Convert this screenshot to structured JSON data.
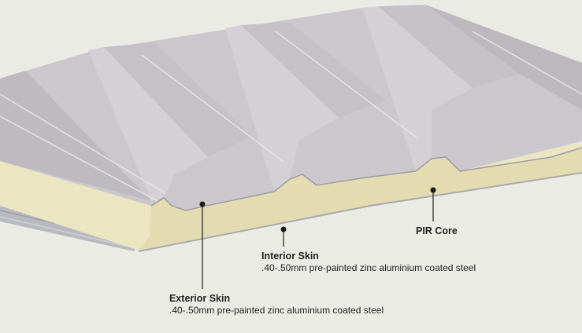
{
  "labels": {
    "pir_core": {
      "title": "PIR Core"
    },
    "interior_skin": {
      "title": "Interior Skin",
      "desc": ".40-.50mm pre-painted zinc aluminium coated steel"
    },
    "exterior_skin": {
      "title": "Exterior Skin",
      "desc": ".40-.50mm pre-painted zinc aluminium coated steel"
    }
  },
  "colors": {
    "background": "#ebebe6",
    "roof_flat": "#c9c7cc",
    "roof_rib_top": "#d4d2d6",
    "roof_rib_face": "#b9b7bd",
    "core": "#ebe5c2",
    "core_front": "#e5dfb6",
    "underside_steel": "#b4b6bb",
    "leader": "#1a1a1a"
  }
}
